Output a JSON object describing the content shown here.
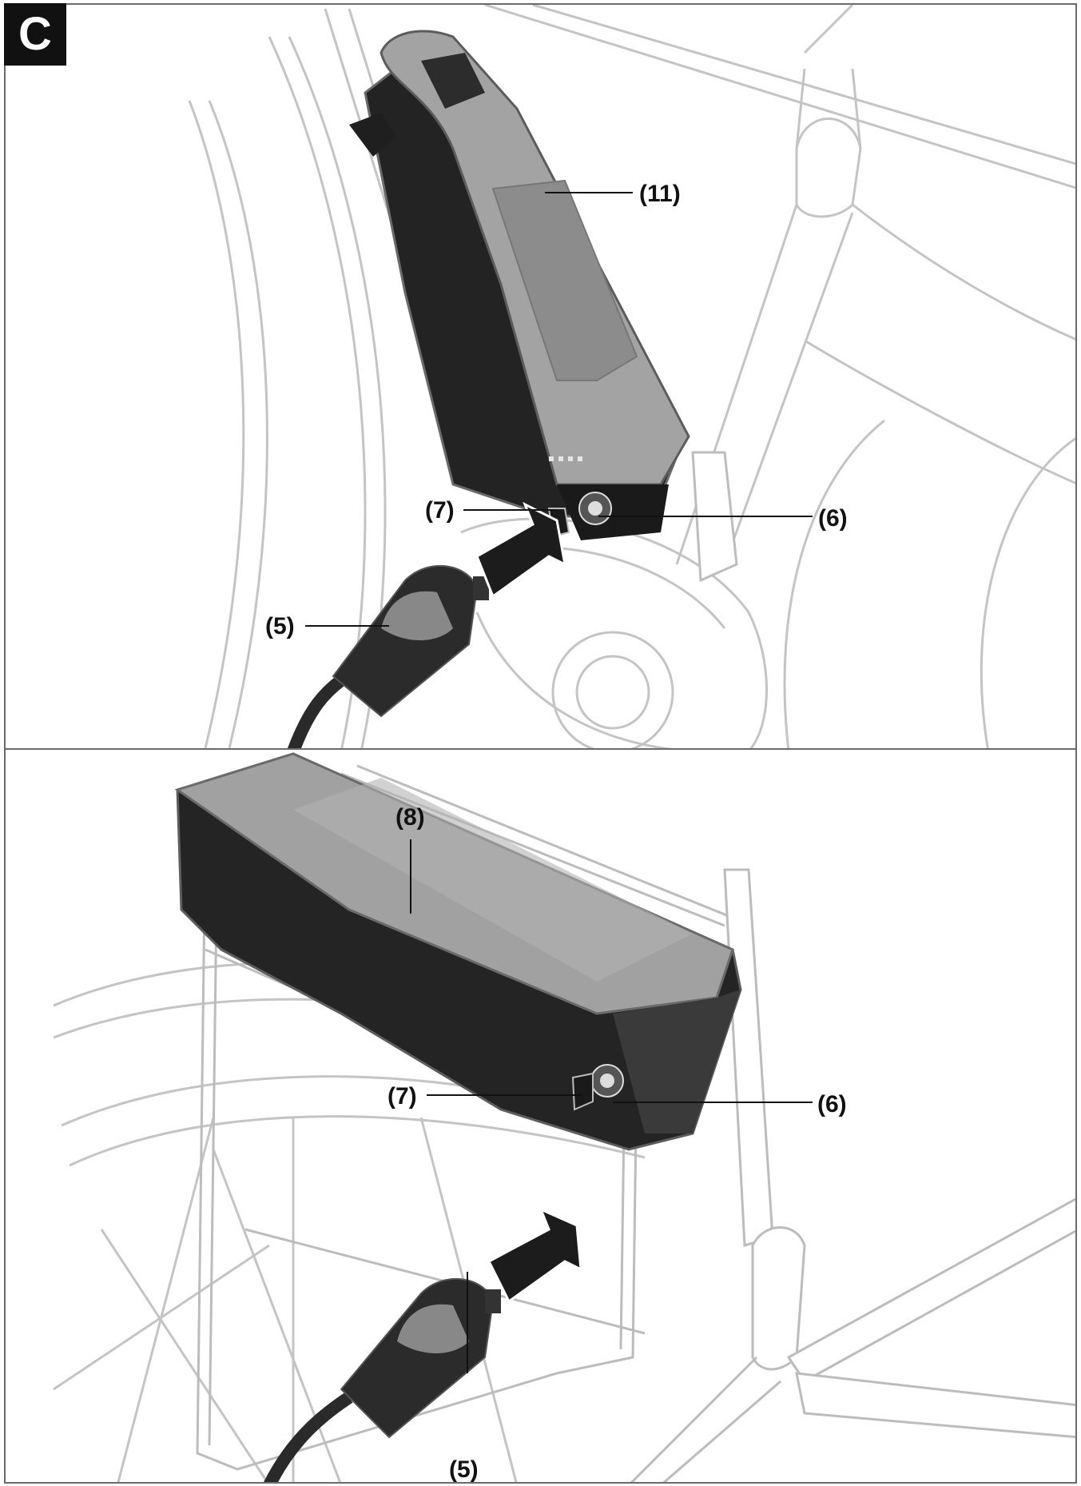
{
  "figure": {
    "tag": "C",
    "top_panel": {
      "callouts": {
        "battery": "(11)",
        "lock": "(7)",
        "socket": "(6)",
        "plug": "(5)"
      }
    },
    "bottom_panel": {
      "callouts": {
        "battery": "(8)",
        "lock": "(7)",
        "socket": "(6)",
        "plug": "(5)"
      }
    }
  },
  "colors": {
    "battery_dark": "#2a2a2a",
    "battery_grey": "#9c9c9c",
    "outline": "#bdbdbd",
    "arrow": "#1c1c1c"
  }
}
